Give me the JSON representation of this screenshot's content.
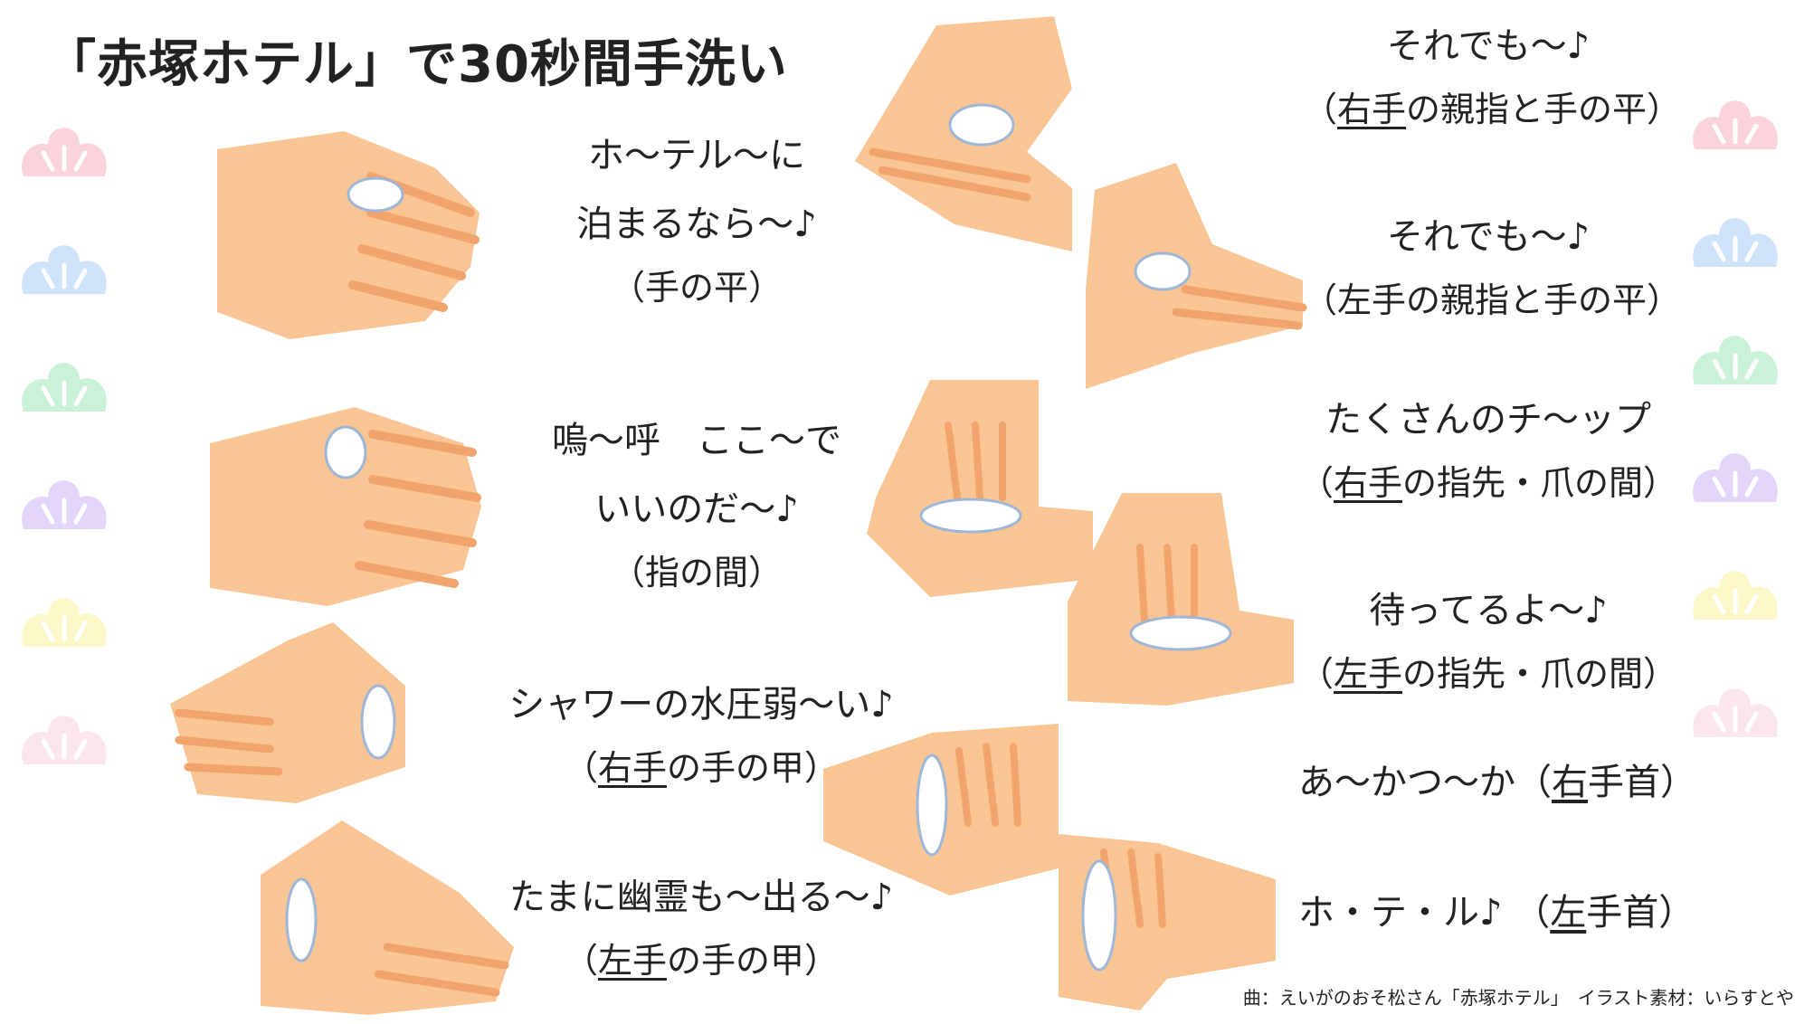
{
  "title": "「赤塚ホテル」で30秒間手洗い",
  "credit": "曲：えいがのおそ松さん「赤塚ホテル」　イラスト素材：いらすとや",
  "left_steps": [
    {
      "line1": "ホ〜テル〜に",
      "line2": "泊まるなら〜♪",
      "note_pre": "（",
      "note_u": "",
      "note_post": "手の平）"
    },
    {
      "line1": "嗚〜呼　ここ〜で",
      "line2": "いいのだ〜♪",
      "note_pre": "（",
      "note_u": "",
      "note_post": "指の間）"
    },
    {
      "line1": "シャワーの水圧弱〜い♪",
      "line2": "",
      "note_pre": "（",
      "note_u": "右手",
      "note_post": "の手の甲）"
    },
    {
      "line1": "たまに幽霊も〜出る〜♪",
      "line2": "",
      "note_pre": "（",
      "note_u": "左手",
      "note_post": "の手の甲）"
    }
  ],
  "right_steps": [
    {
      "line1": "それでも〜♪",
      "note_pre": "（",
      "note_u": "右手",
      "note_post": "の親指と手の平）"
    },
    {
      "line1": "それでも〜♪",
      "note_pre": "（",
      "note_u": "",
      "note_post": "左手の親指と手の平）"
    },
    {
      "line1": "たくさんのチ〜ップ",
      "note_pre": "（",
      "note_u": "右手",
      "note_post": "の指先・爪の間）"
    },
    {
      "line1": "待ってるよ〜♪",
      "note_pre": "（",
      "note_u": "左手",
      "note_post": "の指先・爪の間）"
    }
  ],
  "single_steps": [
    {
      "pre": "あ〜かつ〜か（",
      "u": "右",
      "post": "手首）"
    },
    {
      "pre": "ホ・テ・ル♪ （",
      "u": "左",
      "post": "手首）"
    }
  ],
  "colors": {
    "skin": "#f9c594",
    "skin_shadow": "#f1a46c",
    "foam": "#ffffff",
    "foam_edge": "#9fb6d6",
    "pine_pink": "#fbd3da",
    "pine_blue": "#cfe3fb",
    "pine_green": "#c9f2d8",
    "pine_purple": "#e4d6fb",
    "pine_yellow": "#fbf7c8"
  },
  "icons": [
    "hand-washing-illustration",
    "pine-decoration-icon"
  ]
}
